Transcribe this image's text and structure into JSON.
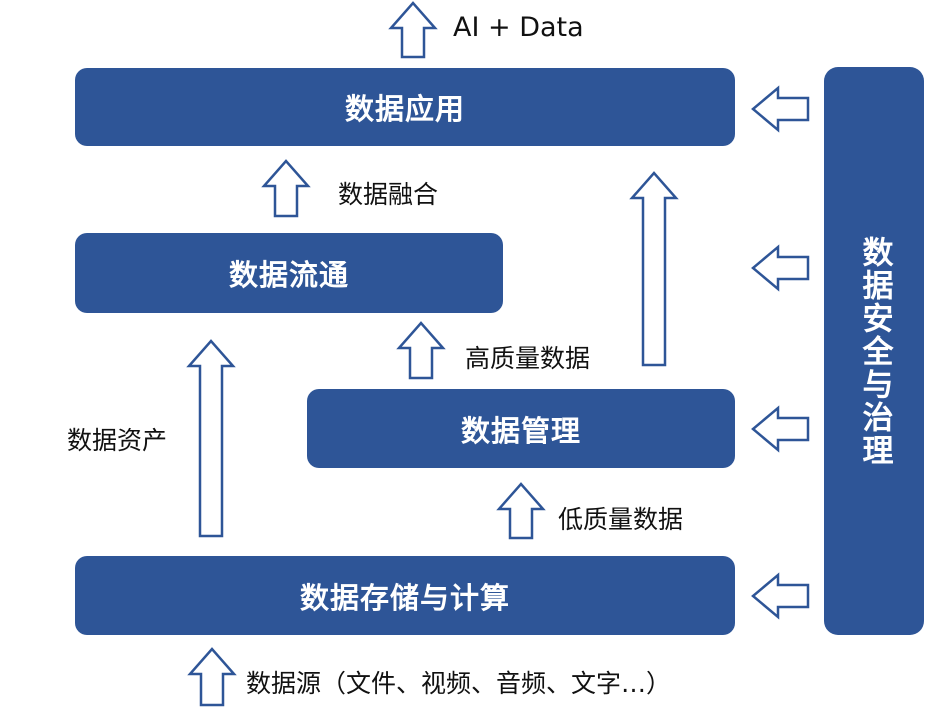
{
  "blocks": {
    "app": "数据应用",
    "flow": "数据流通",
    "manage": "数据管理",
    "storage": "数据存储与计算",
    "governance": "数据安全与治理"
  },
  "labels": {
    "top": "AI + Data",
    "fusion": "数据融合",
    "high_quality": "高质量数据",
    "assets": "数据资产",
    "low_quality": "低质量数据",
    "sources": "数据源（文件、视频、音频、文字…）"
  },
  "colors": {
    "block_fill": "#2e5597",
    "block_text": "#ffffff",
    "arrow_outline": "#2e5597",
    "label_text": "#111111"
  }
}
